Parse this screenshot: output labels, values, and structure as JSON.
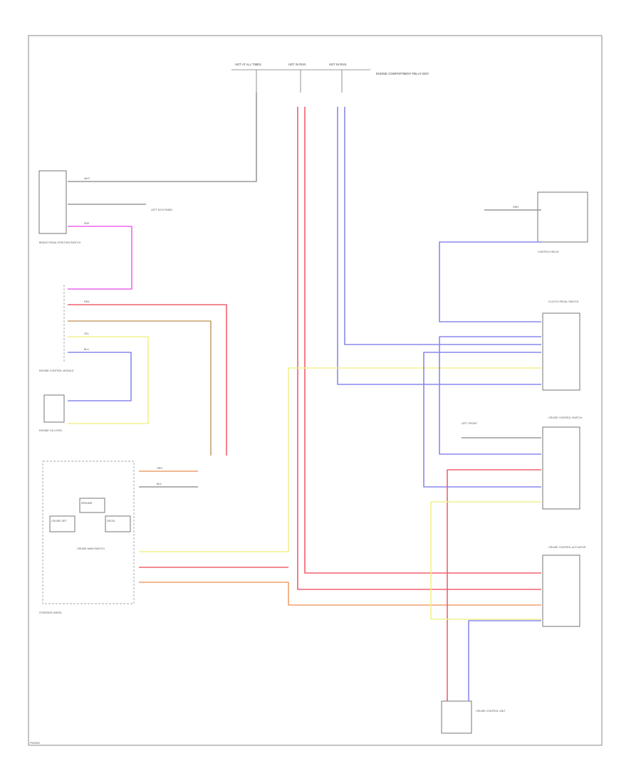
{
  "colors": {
    "red": "#f06070",
    "blue": "#8888ee",
    "pink": "#ee66ee",
    "yellow": "#f0f090",
    "orange": "#f0a070",
    "brown": "#c8a070",
    "gray": "#999999",
    "frame": "#888888"
  },
  "diagram": {
    "top_labels": [
      "HOT AT ALL TIMES",
      "HOT IN RUN",
      "HOT IN RUN"
    ],
    "top_note": "ENGINE COMPARTMENT RELAY BOX",
    "modules": {
      "brake_switch": "BRAKE PEDAL POSITION SWITCH",
      "ecm": "ENGINE CONTROL MODULE",
      "pcm_sensor": "ENGINE OIL LEVEL",
      "steering": "STEERING WHEEL",
      "cruise_set": "CRUISE SET",
      "resume": "RESUME",
      "decel": "DECEL",
      "main_switch": "CRUISE MAIN SWITCH",
      "top_relay": "CONTROL RELAY",
      "sw_upper": "CLUTCH PEDAL SWITCH",
      "sw_middle": "CRUISE CONTROL SWITCH",
      "sw_lower": "CRUISE CONTROL ACTUATOR",
      "bottom_unit": "CRUISE CONTROL UNIT",
      "left_ground": "LEFT KICK PANEL",
      "right_ground": "LEFT FRONT"
    },
    "wire_labels": {
      "wht": "WHT",
      "pnk": "PNK",
      "red": "RED",
      "ylw": "YEL",
      "blu": "BLU",
      "org": "ORG",
      "blk": "BLK",
      "grn": "GRN"
    }
  },
  "footer": {
    "code": "PW0000"
  }
}
